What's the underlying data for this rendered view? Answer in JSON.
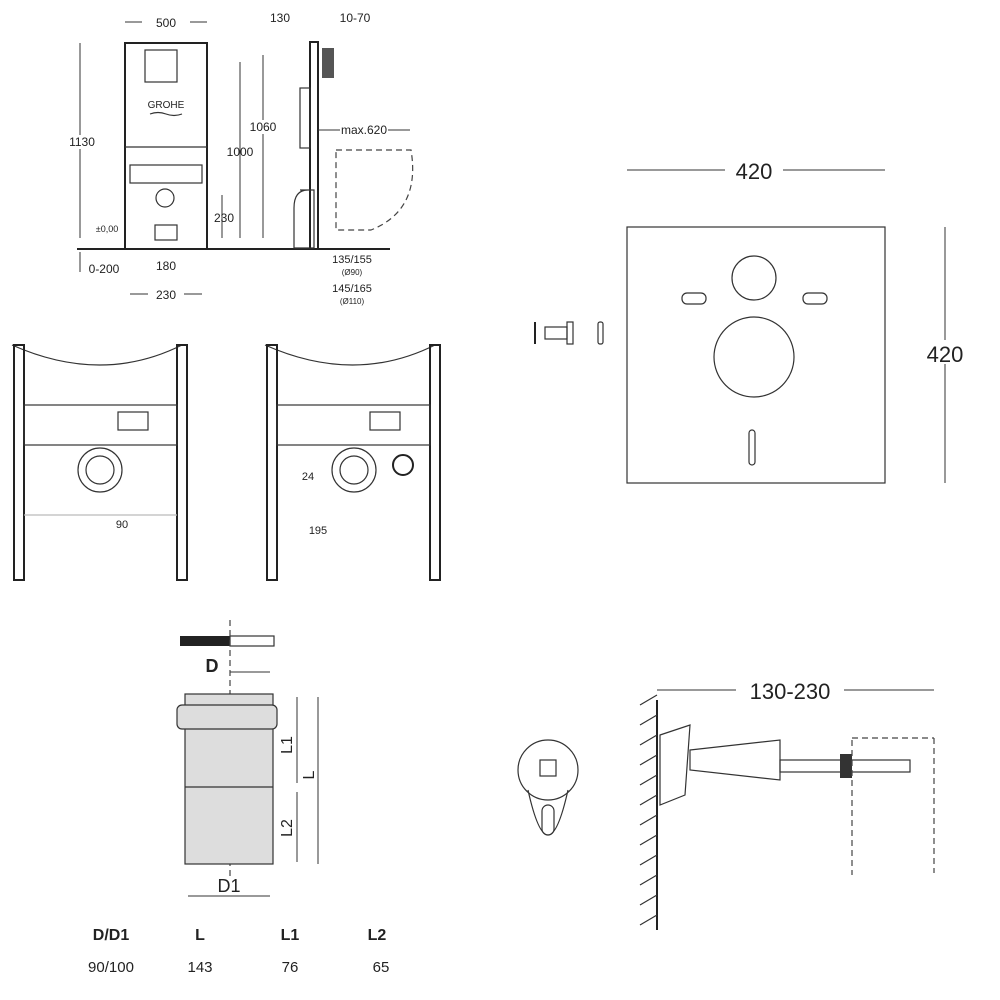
{
  "frame_front": {
    "width_500": "500",
    "height_1130": "1130",
    "height_1000": "1000",
    "height_230": "230",
    "zero": "±0,00",
    "range_0_200": "0-200",
    "dist_180": "180",
    "dist_230": "230",
    "logo": "GROHE"
  },
  "frame_side": {
    "depth_130": "130",
    "wall_10_70": "10-70",
    "height_1060": "1060",
    "max_620": "max.620",
    "d135": "135/155",
    "d135_sub": "(Ø90)",
    "d145": "145/165",
    "d145_sub": "(Ø110)"
  },
  "detail_views": {
    "dim_90": "90",
    "dim_24": "24",
    "dim_195": "195"
  },
  "sound_mat": {
    "width": "420",
    "height": "420"
  },
  "pipe": {
    "label_D": "D",
    "label_D1": "D1",
    "label_L": "L",
    "label_L1": "L1",
    "label_L2": "L2",
    "table": {
      "headers": [
        "D/D1",
        "L",
        "L1",
        "L2"
      ],
      "values": [
        "90/100",
        "143",
        "76",
        "65"
      ]
    }
  },
  "bolt": {
    "range": "130-230"
  }
}
